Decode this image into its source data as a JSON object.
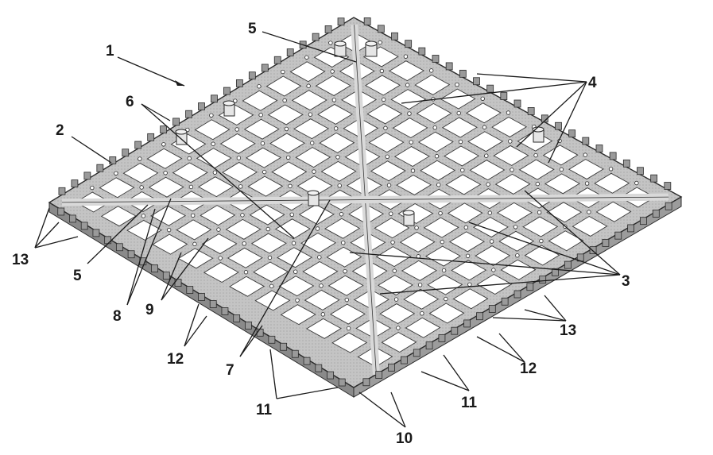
{
  "figure": {
    "description_labels": [
      {
        "id": "label-1",
        "text": "1"
      },
      {
        "id": "label-2",
        "text": "2"
      },
      {
        "id": "label-3",
        "text": "3"
      },
      {
        "id": "label-4",
        "text": "4"
      },
      {
        "id": "label-5-top",
        "text": "5"
      },
      {
        "id": "label-5-left",
        "text": "5"
      },
      {
        "id": "label-6",
        "text": "6"
      },
      {
        "id": "label-7",
        "text": "7"
      },
      {
        "id": "label-8",
        "text": "8"
      },
      {
        "id": "label-9",
        "text": "9"
      },
      {
        "id": "label-10",
        "text": "10"
      },
      {
        "id": "label-11-left",
        "text": "11"
      },
      {
        "id": "label-11-right",
        "text": "11"
      },
      {
        "id": "label-12-left",
        "text": "12"
      },
      {
        "id": "label-12-right",
        "text": "12"
      },
      {
        "id": "label-13-left",
        "text": "13"
      },
      {
        "id": "label-13-right",
        "text": "13"
      }
    ],
    "colors": {
      "plate_top": "#b9b9b9",
      "plate_side": "#8a8a8a",
      "rib": "#cfcfcf",
      "cell": "#ffffff",
      "outline": "#2a2a2a"
    }
  }
}
